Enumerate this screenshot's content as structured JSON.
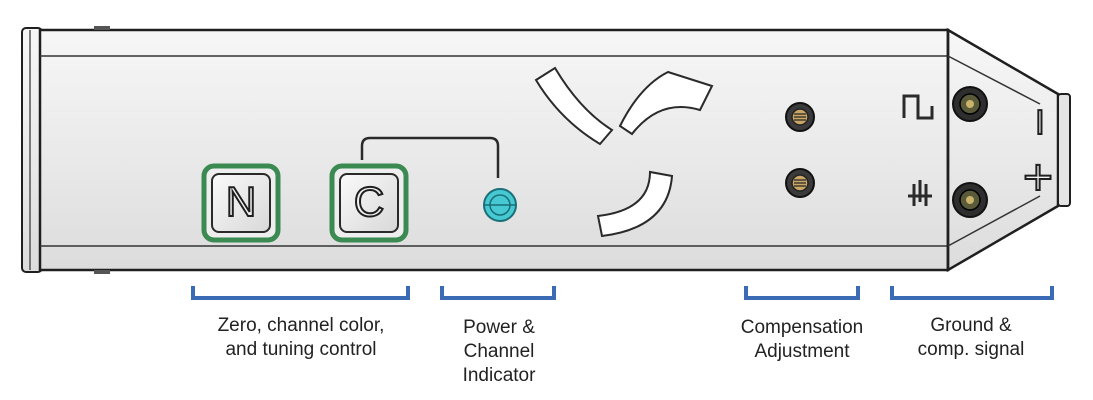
{
  "colors": {
    "bracket": "#3c6bb5",
    "indicator": "#3fc6cf",
    "button_ring": "#3a8a52",
    "body_fill": "#ececec",
    "outline": "#1f1f1f"
  },
  "probe": {
    "buttons": [
      {
        "letter": "N"
      },
      {
        "letter": "C"
      }
    ],
    "terminals": {
      "top_symbol": "square-wave-icon",
      "bottom_symbol": "ground-icon",
      "minus": "−",
      "plus": "+"
    }
  },
  "callouts": [
    {
      "lines": [
        "Zero, channel color,",
        "and tuning control"
      ]
    },
    {
      "lines": [
        "Power &",
        "Channel",
        "Indicator"
      ]
    },
    {
      "lines": [
        "Compensation",
        "Adjustment"
      ]
    },
    {
      "lines": [
        "Ground &",
        "comp. signal"
      ]
    }
  ]
}
